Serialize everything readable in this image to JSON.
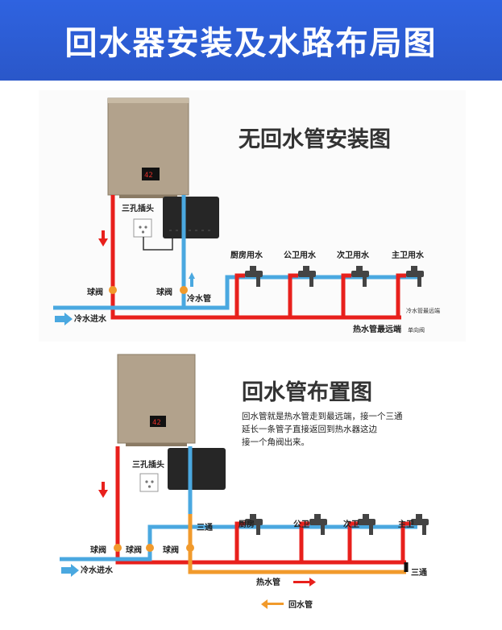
{
  "banner": {
    "title": "回水器安装及水路布局图"
  },
  "diagram1": {
    "title": "无回水管安装图",
    "socket": "三孔插头",
    "valve_main": "球阀",
    "valve_second": "球阀",
    "cold_in_pipe": "冷水管",
    "cold_inlet": "冷水进水",
    "outlets": [
      "厨房用水",
      "公卫用水",
      "次卫用水",
      "主卫用水"
    ],
    "farthest_end": "热水管最远端",
    "cold_farthest": "冷水管最远端",
    "check_valve": "单向阀"
  },
  "diagram2": {
    "title": "回水管布置图",
    "description": [
      "回水管就是热水管走到最远端，接一个三通",
      "延长一条管子直接返回到热水器这边",
      "接一个角阀出来。"
    ],
    "socket": "三孔插头",
    "tee_left": "三通",
    "tee_right": "三通",
    "valves": [
      "球阀",
      "球阀",
      "球阀"
    ],
    "cold_inlet": "冷水进水",
    "outlets": [
      "厨房",
      "公卫",
      "次卫",
      "主卫"
    ],
    "hot_pipe": "热水管",
    "return_pipe": "回水管"
  },
  "colors": {
    "hot": "#e8201c",
    "cold": "#4aa8e0",
    "return": "#f19a2c",
    "banner": "#2f63e0"
  }
}
